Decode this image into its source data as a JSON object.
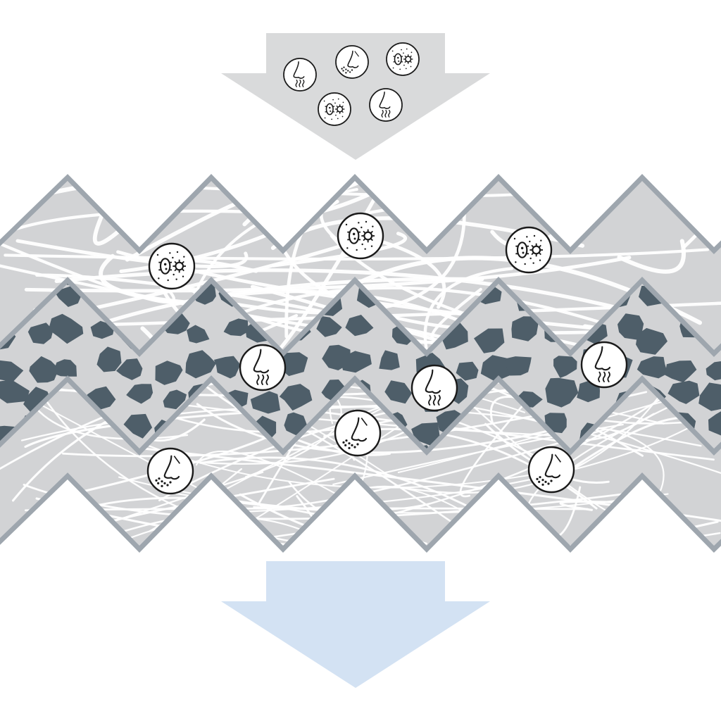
{
  "colors": {
    "background": "#ffffff",
    "inflow_arrow": "#d9dadb",
    "outflow_arrow": "#d3e2f3",
    "layer_fill": "#d2d3d5",
    "layer_border": "#9ea6ae",
    "fiber": "#ffffff",
    "carbon_granule": "#4e5e69",
    "icon_stroke": "#1a1a1a",
    "icon_fill": "#ffffff"
  },
  "diagram": {
    "flow_direction": "downward",
    "layers": [
      {
        "name": "coarse-fiber-layer",
        "texture": "thick-white-fibers"
      },
      {
        "name": "activated-carbon-layer",
        "texture": "dark-granules"
      },
      {
        "name": "fine-fiber-layer",
        "texture": "thin-white-fibers"
      }
    ],
    "incoming_pollutants": [
      "odor-icon",
      "dust-icon",
      "germs-icon",
      "germs-icon",
      "odor-icon"
    ],
    "trapped_in_coarse_layer": [
      "germs-icon",
      "germs-icon",
      "germs-icon"
    ],
    "trapped_in_carbon_layer": [
      "odor-icon",
      "odor-icon",
      "odor-icon"
    ],
    "trapped_in_fine_layer": [
      "dust-icon",
      "dust-icon",
      "dust-icon"
    ]
  }
}
